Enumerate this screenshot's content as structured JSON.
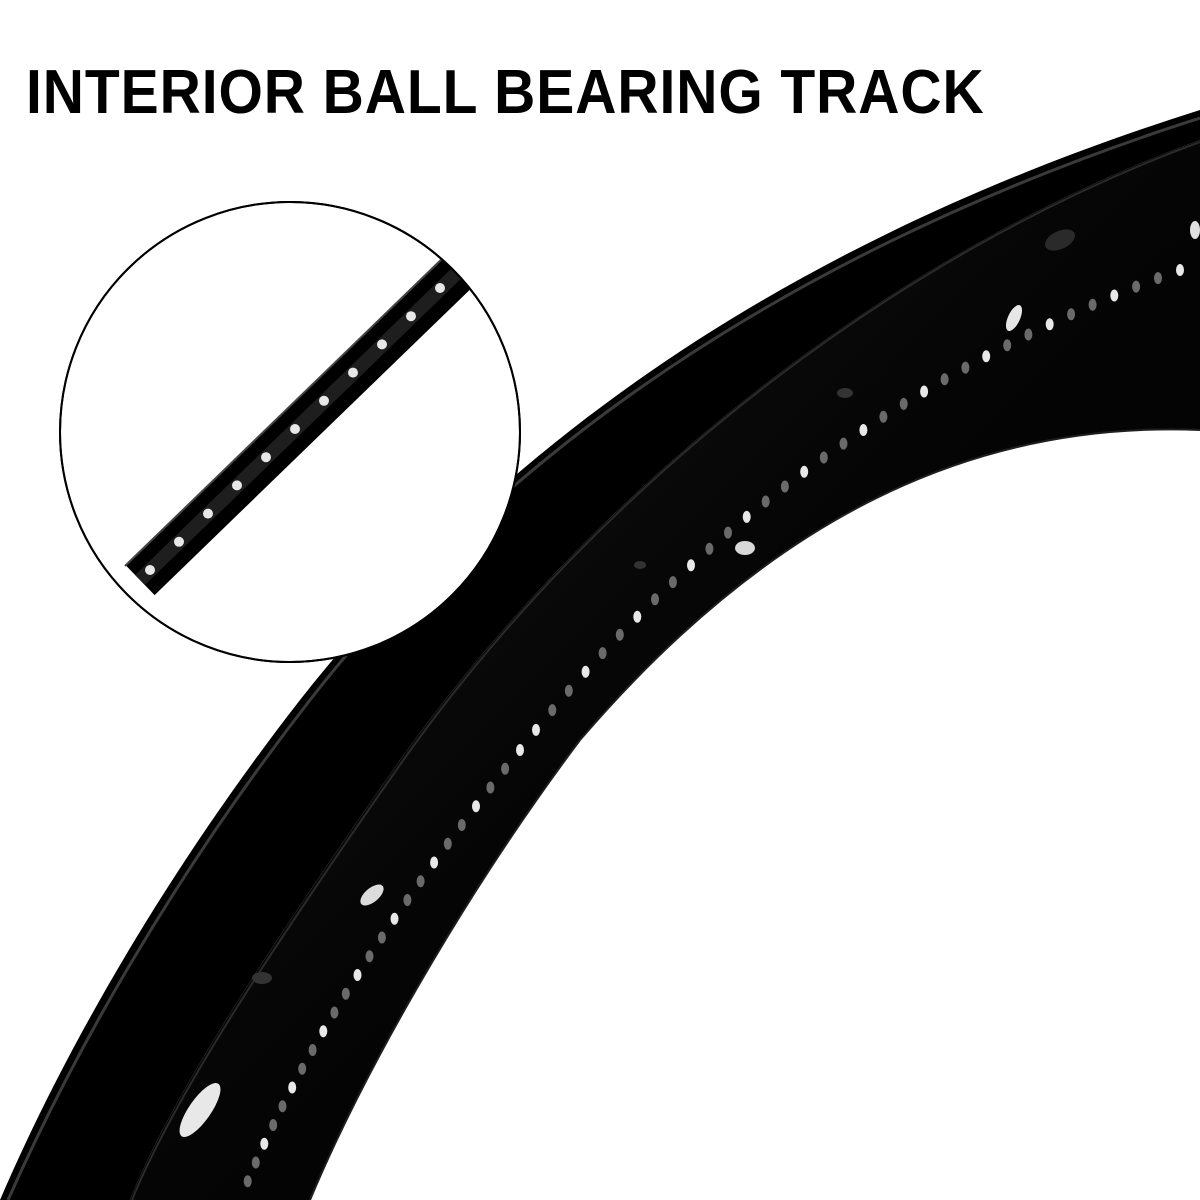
{
  "headline": {
    "text": "INTERIOR BALL BEARING TRACK"
  },
  "colors": {
    "background": "#ffffff",
    "text": "#000000",
    "track": "#050505",
    "track_highlight": "#2a2a2a",
    "ball": "#e8e8e8",
    "ball_dim": "#6a6a6a"
  },
  "icons": {
    "zoom_callout": "magnifier-circle",
    "track": "curved-ring-segment"
  }
}
